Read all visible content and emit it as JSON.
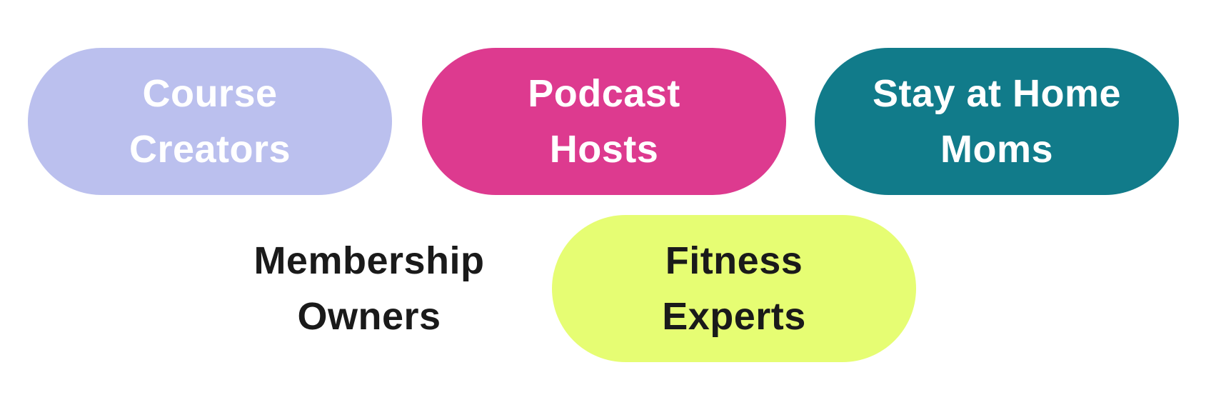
{
  "tags": [
    {
      "id": "course",
      "lines": [
        "Course",
        "Creators"
      ],
      "bg": "#bbc0ee",
      "text_color": "#ffffff"
    },
    {
      "id": "podcast",
      "lines": [
        "Podcast",
        "Hosts"
      ],
      "bg": "#dd3a8f",
      "text_color": "#ffffff"
    },
    {
      "id": "stay",
      "lines": [
        "Stay at Home",
        "Moms"
      ],
      "bg": "#117b8a",
      "text_color": "#ffffff"
    },
    {
      "id": "member",
      "lines": [
        "Membership",
        "Owners"
      ],
      "bg": "#ffffff",
      "text_color": "#1a1a1a"
    },
    {
      "id": "fitness",
      "lines": [
        "Fitness",
        "Experts"
      ],
      "bg": "#e6fd73",
      "text_color": "#1a1a1a"
    }
  ]
}
